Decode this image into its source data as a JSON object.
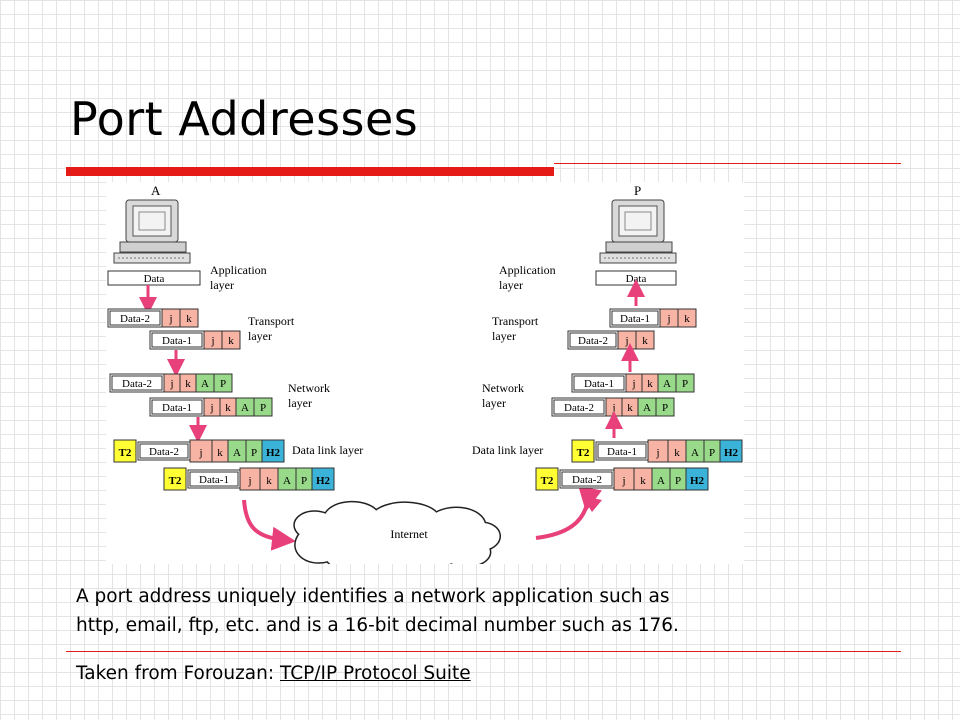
{
  "title": "Port Addresses",
  "diagram": {
    "host_left": "A",
    "host_right": "P",
    "data_label": "Data",
    "layers_left": [
      "Application",
      "layer",
      "Transport",
      "layer",
      "Network",
      "layer",
      "Data link layer"
    ],
    "layers_right": [
      "Application",
      "layer",
      "Transport",
      "layer",
      "Network",
      "layer",
      "Data link layer"
    ],
    "fields": {
      "data1": "Data-1",
      "data2": "Data-2",
      "j": "j",
      "k": "k",
      "A": "A",
      "P": "P",
      "T2": "T2",
      "H2": "H2"
    },
    "cloud_label": "Internet",
    "colors": {
      "port": "#f7b3a3",
      "logical": "#99d98a",
      "trailer": "#ffff33",
      "header": "#3bb3d9",
      "arrow": "#e8407a"
    }
  },
  "caption": {
    "line1": "A port address uniquely identifies a network application such as",
    "line2": "http, email, ftp, etc. and is a 16-bit decimal number such as 176."
  },
  "source": {
    "prefix": "Taken from Forouzan: ",
    "book": "TCP/IP Protocol Suite"
  }
}
